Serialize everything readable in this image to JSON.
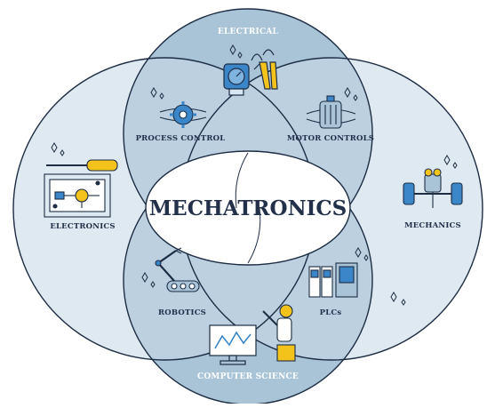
{
  "diagram": {
    "center_title": "MECHATRONICS",
    "circles": {
      "electrical": "ELECTRICAL",
      "electronics": "ELECTRONICS",
      "mechanics": "MECHANICS",
      "computer_science": "COMPUTER SCIENCE"
    },
    "intersections": {
      "process_control": "PROCESS CONTROL",
      "motor_controls": "MOTOR CONTROLS",
      "robotics": "ROBOTICS",
      "plcs": "PLCs"
    },
    "colors": {
      "outer_circle": "#dfe9f1",
      "two_overlap": "#b9cede",
      "three_overlap": "#9db8cd",
      "center_ellipse": "#ffffff",
      "outline": "#1d2d44",
      "accent_blue": "#3a86c8",
      "accent_yellow": "#f3c31b",
      "label_dark": "#22304a",
      "label_light": "#ffffff"
    }
  }
}
